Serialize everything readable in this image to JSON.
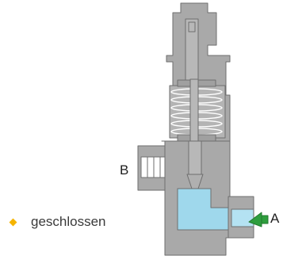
{
  "legend": {
    "label": "geschlossen",
    "marker_color": "#f5b400"
  },
  "ports": {
    "b": "B",
    "a": "A"
  },
  "colors": {
    "body_fill": "#a9a9a9",
    "body_stroke": "#6e6e6e",
    "fluid": "#9fd8ec",
    "arrow": "#2e9e3e",
    "hatch": "#ffffff"
  }
}
